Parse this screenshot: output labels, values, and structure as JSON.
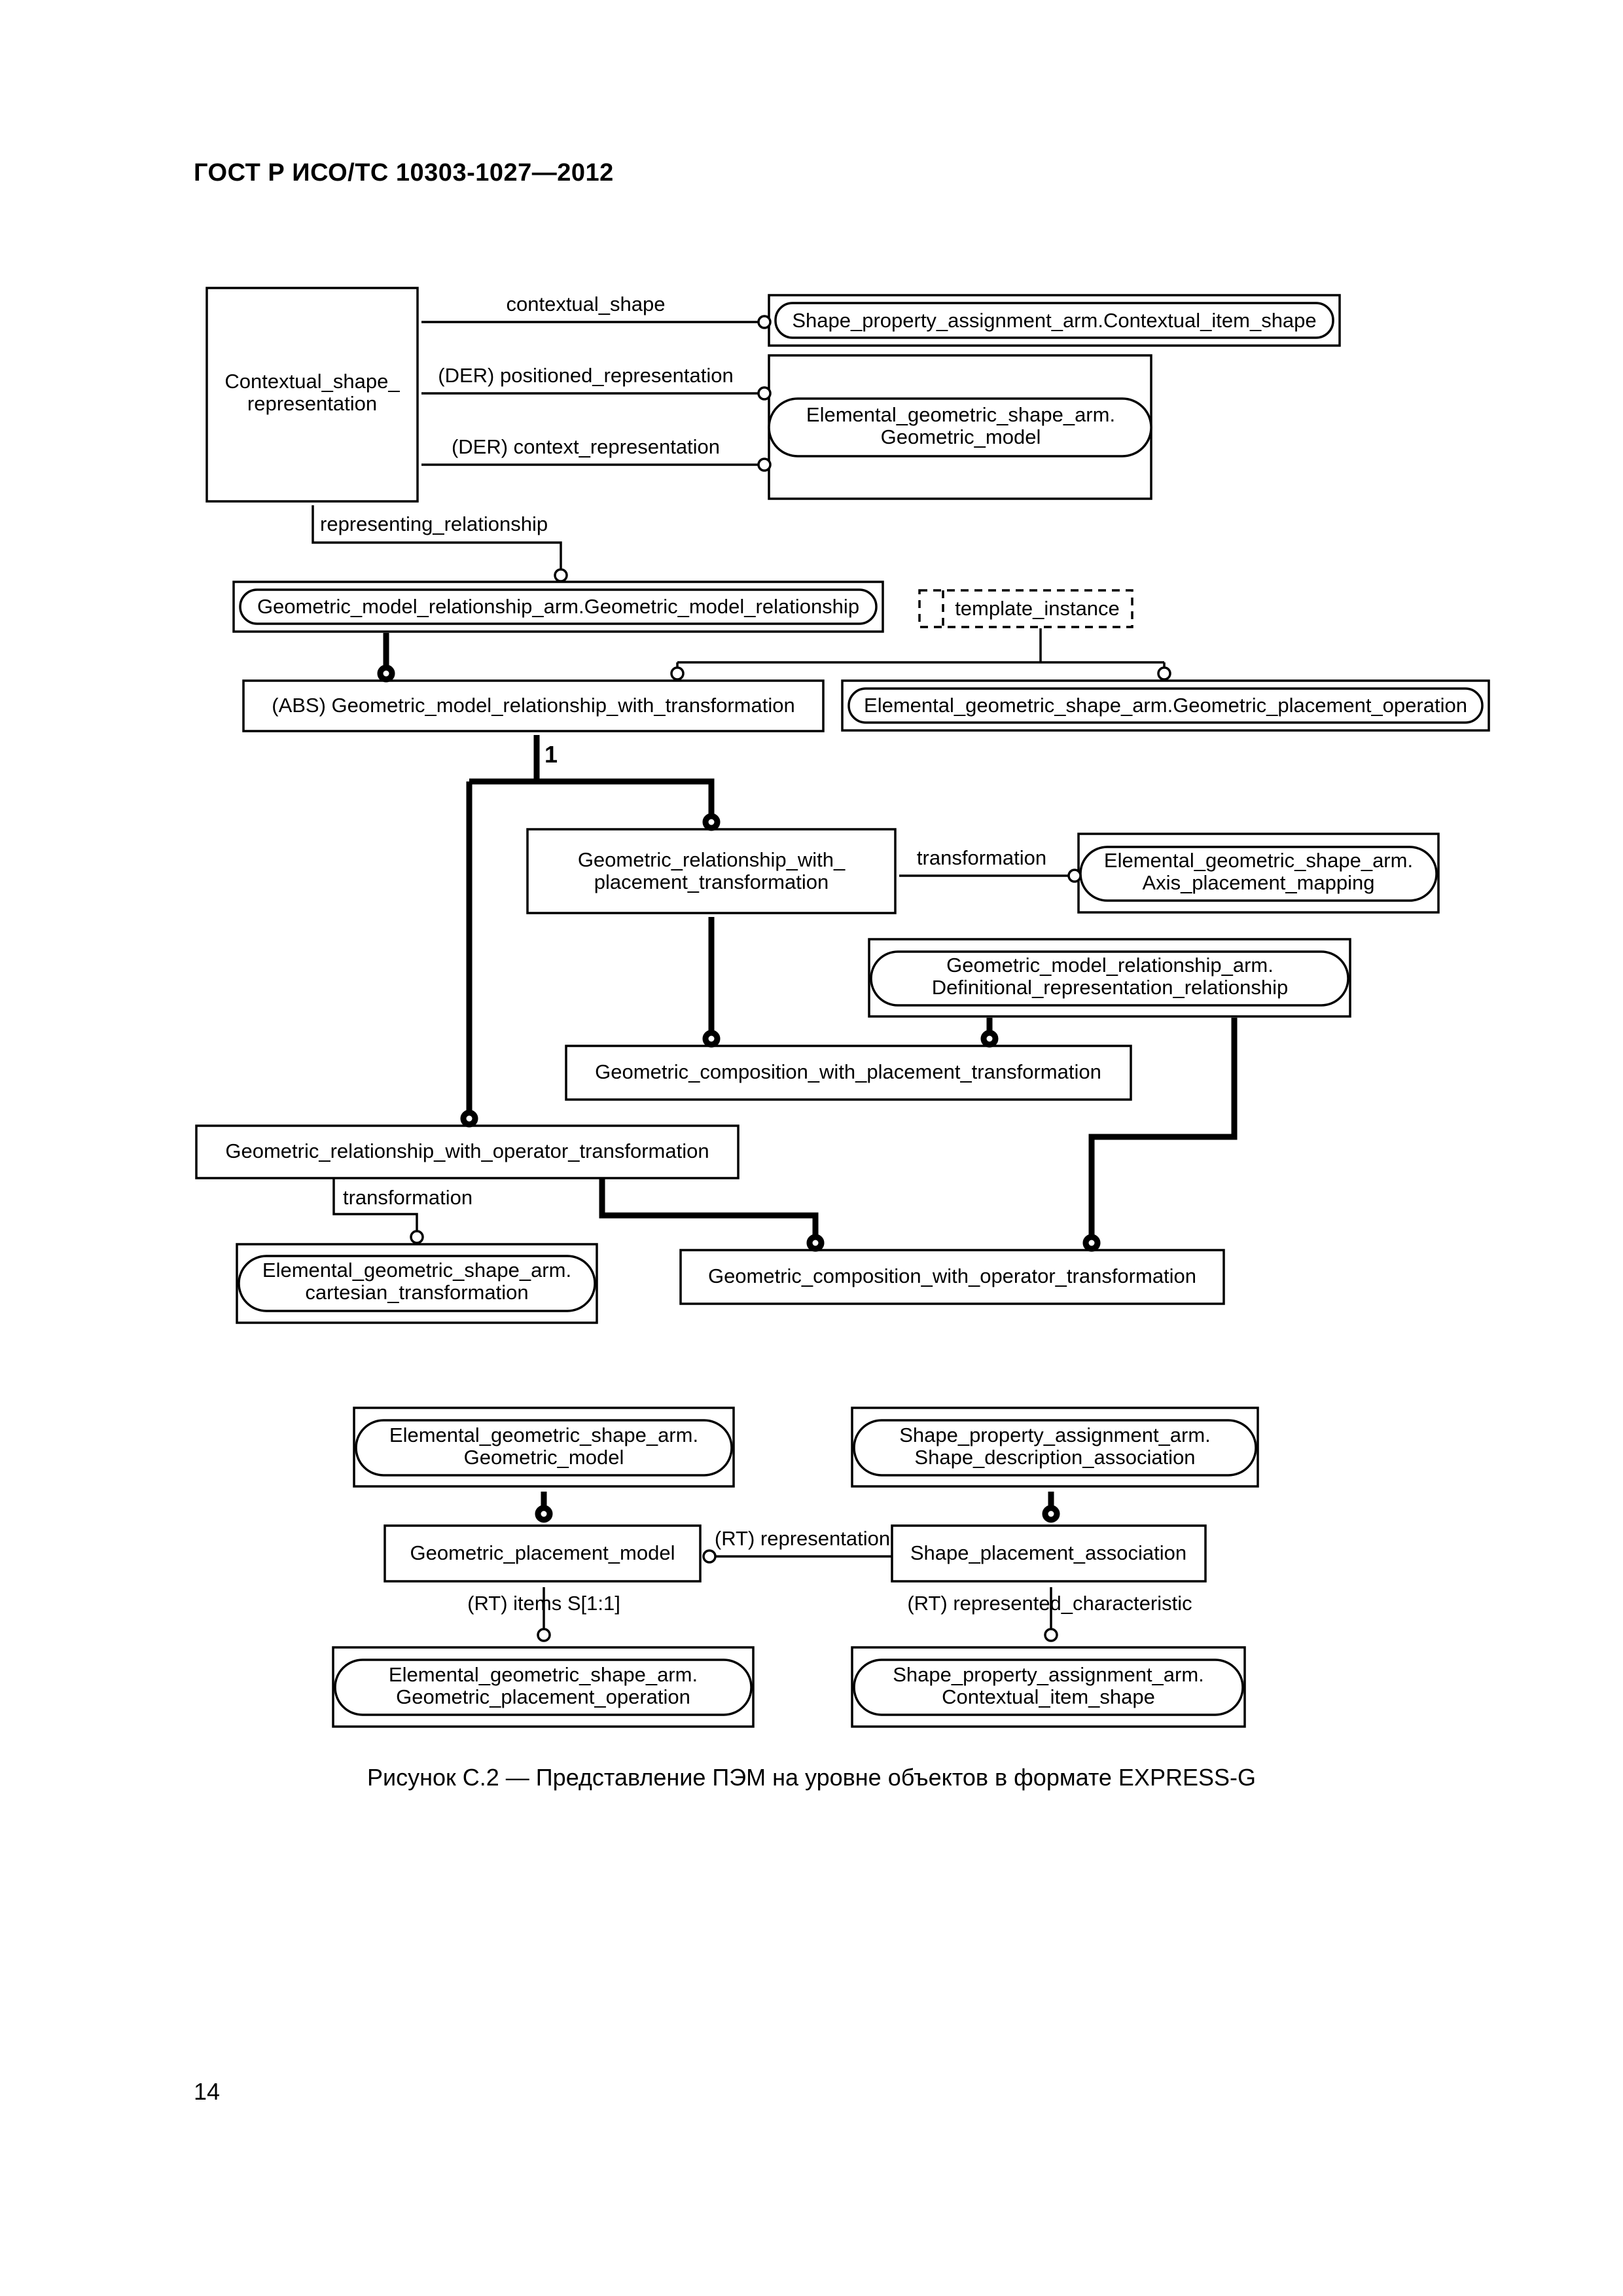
{
  "header": {
    "title": "ГОСТ Р ИСО/ТС 10303-1027—2012"
  },
  "entities": {
    "contextual_shape_representation": {
      "line1": "Contextual_shape_",
      "line2": "representation"
    },
    "spa_contextual_item_shape_top": "Shape_property_assignment_arm.Contextual_item_shape",
    "egs_geometric_model_top": {
      "line1": "Elemental_geometric_shape_arm.",
      "line2": "Geometric_model"
    },
    "gmr_arm": "Geometric_model_relationship_arm.Geometric_model_relationship",
    "template_instance": "template_instance",
    "abs_gmr_with_transformation": "(ABS) Geometric_model_relationship_with_transformation",
    "egs_geometric_placement_operation_top": "Elemental_geometric_shape_arm.Geometric_placement_operation",
    "grw_placement_transformation": {
      "line1": "Geometric_relationship_with_",
      "line2": "placement_transformation"
    },
    "egs_axis_placement_mapping": {
      "line1": "Elemental_geometric_shape_arm.",
      "line2": "Axis_placement_mapping"
    },
    "gmr_definitional": {
      "line1": "Geometric_model_relationship_arm.",
      "line2": "Definitional_representation_relationship"
    },
    "gcw_placement_transformation": "Geometric_composition_with_placement_transformation",
    "grw_operator_transformation": "Geometric_relationship_with_operator_transformation",
    "egs_cartesian_transformation": {
      "line1": "Elemental_geometric_shape_arm.",
      "line2": "cartesian_transformation"
    },
    "gcw_operator_transformation": "Geometric_composition_with_operator_transformation",
    "egs_geometric_model_bottom": {
      "line1": "Elemental_geometric_shape_arm.",
      "line2": "Geometric_model"
    },
    "spa_shape_description_association": {
      "line1": "Shape_property_assignment_arm.",
      "line2": "Shape_description_association"
    },
    "geometric_placement_model": "Geometric_placement_model",
    "shape_placement_association": "Shape_placement_association",
    "egs_geometric_placement_operation_bottom": {
      "line1": "Elemental_geometric_shape_arm.",
      "line2": "Geometric_placement_operation"
    },
    "spa_contextual_item_shape_bottom": {
      "line1": "Shape_property_assignment_arm.",
      "line2": "Contextual_item_shape"
    }
  },
  "relationships": {
    "contextual_shape": "contextual_shape",
    "positioned_representation": "(DER) positioned_representation",
    "context_representation": "(DER) context_representation",
    "representing_relationship": "representing_relationship",
    "oneof_marker": "1",
    "transformation_placement": "transformation",
    "transformation_operator": "transformation",
    "rt_representation": "(RT) representation",
    "rt_items": "(RT) items S[1:1]",
    "rt_represented_characteristic": "(RT) represented_characteristic"
  },
  "caption": "Рисунок С.2 — Представление ПЭМ на уровне объектов в формате EXPRESS-G",
  "page_number": "14"
}
